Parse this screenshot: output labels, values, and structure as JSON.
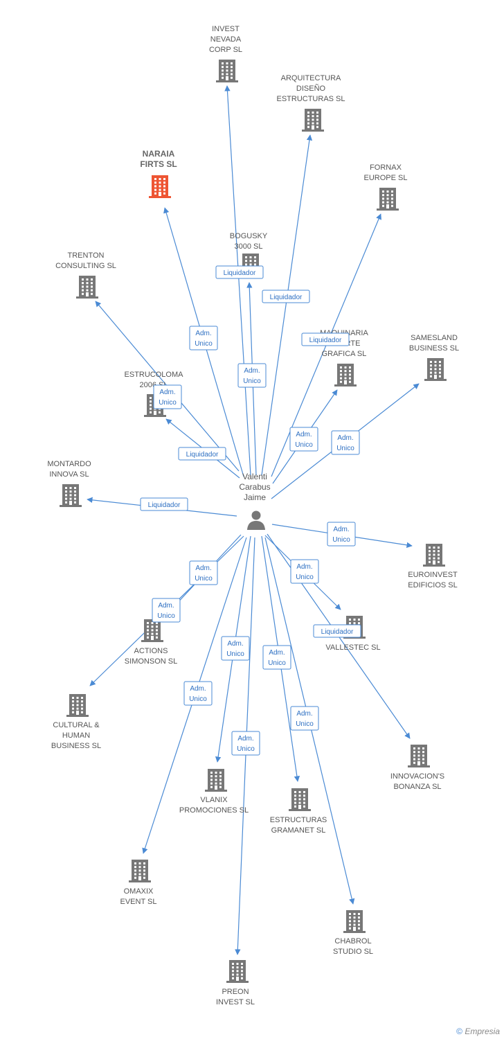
{
  "center": {
    "name_lines": [
      "Valenti",
      "Carabus",
      "Jaime"
    ],
    "icon": "person-icon"
  },
  "colors": {
    "edge": "#4a8ad4",
    "building": "#777777",
    "highlight": "#ee5533",
    "label": "#555555"
  },
  "nodes": [
    {
      "id": "invest-nevada",
      "lines": [
        "INVEST",
        "NEVADA",
        "CORP SL"
      ]
    },
    {
      "id": "arquitectura",
      "lines": [
        "ARQUITECTURA",
        "DISEÑO",
        "ESTRUCTURAS SL"
      ]
    },
    {
      "id": "naraia",
      "lines": [
        "NARAIA",
        "FIRTS SL"
      ],
      "highlight": true
    },
    {
      "id": "fornax",
      "lines": [
        "FORNAX",
        "EUROPE SL"
      ]
    },
    {
      "id": "bogusky",
      "lines": [
        "BOGUSKY",
        "3000 SL"
      ]
    },
    {
      "id": "trenton",
      "lines": [
        "TRENTON",
        "CONSULTING SL"
      ]
    },
    {
      "id": "maquinaria",
      "lines": [
        "MAQUINARIA",
        "DE ARTE",
        "GRAFICA SL"
      ]
    },
    {
      "id": "samesland",
      "lines": [
        "SAMESLAND",
        "BUSINESS SL"
      ]
    },
    {
      "id": "estrucoloma",
      "lines": [
        "ESTRUCOLOMA",
        "2006 SL"
      ]
    },
    {
      "id": "montardo",
      "lines": [
        "MONTARDO",
        "INNOVA SL"
      ]
    },
    {
      "id": "euroinvest",
      "lines": [
        "EUROINVEST",
        "EDIFICIOS SL"
      ]
    },
    {
      "id": "vallestec",
      "lines": [
        "VALLESTEC SL"
      ]
    },
    {
      "id": "actions",
      "lines": [
        "ACTIONS",
        "SIMONSON SL"
      ]
    },
    {
      "id": "cultural",
      "lines": [
        "CULTURAL &",
        "HUMAN",
        "BUSINESS SL"
      ]
    },
    {
      "id": "innovacions",
      "lines": [
        "INNOVACION'S",
        "BONANZA SL"
      ]
    },
    {
      "id": "vlanix",
      "lines": [
        "VLANIX",
        "PROMOCIONES SL"
      ]
    },
    {
      "id": "estructuras-gramanet",
      "lines": [
        "ESTRUCTURAS",
        "GRAMANET SL"
      ]
    },
    {
      "id": "omaxix",
      "lines": [
        "OMAXIX",
        "EVENT SL"
      ]
    },
    {
      "id": "chabrol",
      "lines": [
        "CHABROL",
        "STUDIO SL"
      ]
    },
    {
      "id": "preon",
      "lines": [
        "PREON",
        "INVEST SL"
      ]
    }
  ],
  "relations": [
    {
      "target": "naraia",
      "lines": [
        "Adm.",
        "Unico"
      ]
    },
    {
      "target": "bogusky",
      "lines": [
        "Liquidador"
      ]
    },
    {
      "target": "arquitectura",
      "lines": [
        "Liquidador"
      ]
    },
    {
      "target": "invest-nevada",
      "lines": [
        "Adm.",
        "Unico"
      ]
    },
    {
      "target": "fornax",
      "lines": [
        "Liquidador"
      ]
    },
    {
      "target": "estrucoloma",
      "lines": [
        "Adm.",
        "Unico"
      ]
    },
    {
      "target": "trenton",
      "lines": [
        "Liquidador"
      ]
    },
    {
      "target": "maquinaria",
      "lines": [
        "Adm.",
        "Unico"
      ]
    },
    {
      "target": "samesland",
      "lines": [
        "Adm.",
        "Unico"
      ]
    },
    {
      "target": "montardo",
      "lines": [
        "Liquidador"
      ]
    },
    {
      "target": "euroinvest",
      "lines": [
        "Adm.",
        "Unico"
      ]
    },
    {
      "target": "vallestec",
      "lines": [
        "Adm.",
        "Unico"
      ]
    },
    {
      "target": "innovacions",
      "lines": [
        "Liquidador"
      ]
    },
    {
      "target": "actions",
      "lines": [
        "Adm.",
        "Unico"
      ]
    },
    {
      "target": "cultural",
      "lines": [
        "Adm.",
        "Unico"
      ]
    },
    {
      "target": "vlanix",
      "lines": [
        "Adm.",
        "Unico"
      ]
    },
    {
      "target": "estructuras-gramanet",
      "lines": [
        "Adm.",
        "Unico"
      ]
    },
    {
      "target": "omaxix",
      "lines": [
        "Adm.",
        "Unico"
      ]
    },
    {
      "target": "chabrol",
      "lines": [
        "Adm.",
        "Unico"
      ]
    },
    {
      "target": "preon",
      "lines": [
        "Adm.",
        "Unico"
      ]
    }
  ],
  "footer": {
    "copyright": "©",
    "brand": "Empresia"
  }
}
